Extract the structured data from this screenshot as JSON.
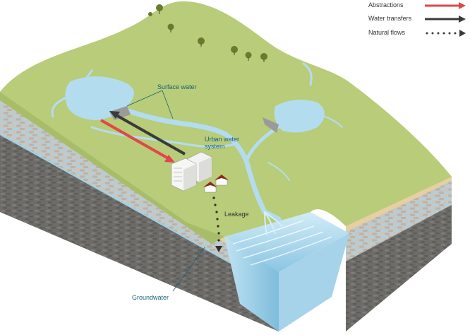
{
  "labels": {
    "surface_water": "Surface water",
    "urban_line1": "Urban water",
    "urban_line2": "system",
    "leakage": "Leakage",
    "groundwater": "Groundwater"
  },
  "legend": {
    "abstractions": "Abstractions",
    "water_transfers": "Water transfers",
    "natural_flows": "Natural flows"
  },
  "colors": {
    "grass": "#b8cc79",
    "grass_dark": "#a8bd68",
    "soil_top": "#e8cfa1",
    "rock_dark": "#6c6a66",
    "rock_mid": "#8a8884",
    "aquifer": "#c7c4bd",
    "aquifer_water": "#9fd0e6",
    "water": "#b4dcef",
    "water_deep": "#8cc5e3",
    "abstraction_red": "#e0464a",
    "transfer_dark": "#3a3a3a",
    "label_blue": "#1a5f7a"
  }
}
